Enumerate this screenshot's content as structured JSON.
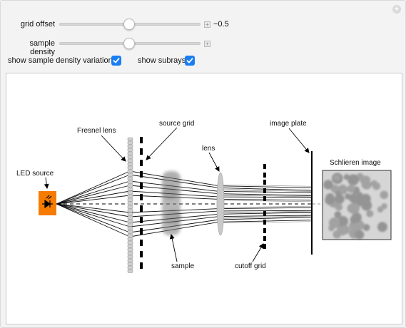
{
  "controls": {
    "grid_offset": {
      "label": "grid offset",
      "value_text": "−0.5",
      "fraction": 0.5
    },
    "sample_density": {
      "label": "sample density",
      "fraction": 0.5
    },
    "show_density_variations": {
      "label": "show sample density variations",
      "checked": true
    },
    "show_subrays": {
      "label": "show subrays",
      "checked": true
    }
  },
  "diagram": {
    "labels": {
      "led": "LED source",
      "fresnel": "Fresnel lens",
      "source_grid": "source grid",
      "lens": "lens",
      "image_plate": "image plate",
      "schlieren": "Schlieren image",
      "sample": "sample",
      "cutoff": "cutoff grid"
    },
    "colors": {
      "led": "#f57c00",
      "rays": "#111111",
      "grid": "#000000",
      "sample": "#8c8c8c",
      "image_bg": "#d6d6d6"
    }
  }
}
